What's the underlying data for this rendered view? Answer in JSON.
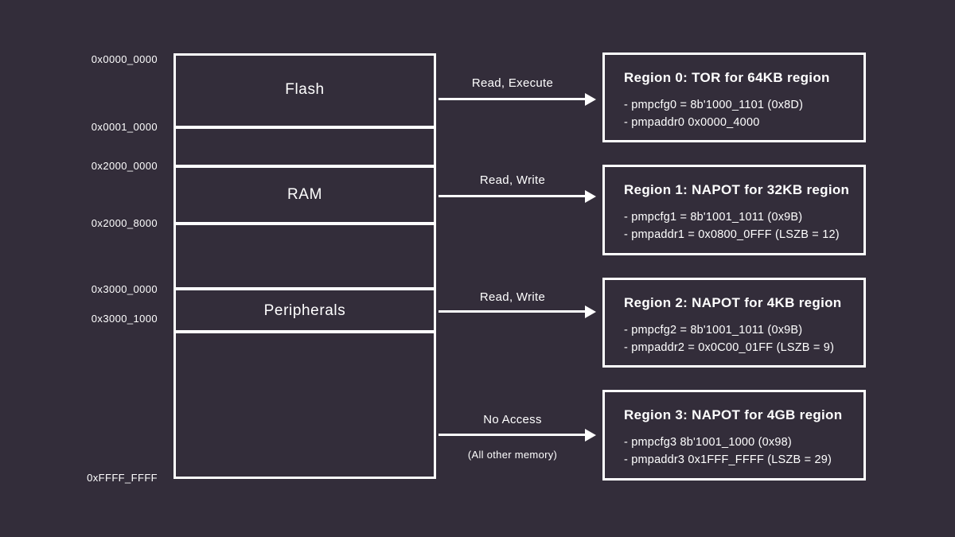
{
  "colors": {
    "background": "#332d3a",
    "foreground": "#ffffff"
  },
  "memory_map": {
    "address_labels": [
      "0x0000_0000",
      "0x0001_0000",
      "0x2000_0000",
      "0x2000_8000",
      "0x3000_0000",
      "0x3000_1000",
      "0xFFFF_FFFF"
    ],
    "segment_labels": [
      "Flash",
      "RAM",
      "Peripherals"
    ]
  },
  "arrows": [
    {
      "label": "Read, Execute",
      "sublabel": ""
    },
    {
      "label": "Read, Write",
      "sublabel": ""
    },
    {
      "label": "Read, Write",
      "sublabel": ""
    },
    {
      "label": "No Access",
      "sublabel": "(All other memory)"
    }
  ],
  "regions": [
    {
      "title": "Region 0: TOR for 64KB region",
      "lines": [
        "- pmpcfg0 = 8b'1000_1101 (0x8D)",
        "- pmpaddr0 0x0000_4000"
      ]
    },
    {
      "title": "Region 1: NAPOT for 32KB region",
      "lines": [
        "- pmpcfg1 = 8b'1001_1011 (0x9B)",
        "- pmpaddr1 = 0x0800_0FFF (LSZB = 12)"
      ]
    },
    {
      "title": "Region 2: NAPOT for 4KB region",
      "lines": [
        "- pmpcfg2 = 8b'1001_1011 (0x9B)",
        "- pmpaddr2 = 0x0C00_01FF (LSZB = 9)"
      ]
    },
    {
      "title": "Region 3: NAPOT for 4GB region",
      "lines": [
        "- pmpcfg3 8b'1001_1000 (0x98)",
        "- pmpaddr3 0x1FFF_FFFF (LSZB = 29)"
      ]
    }
  ]
}
